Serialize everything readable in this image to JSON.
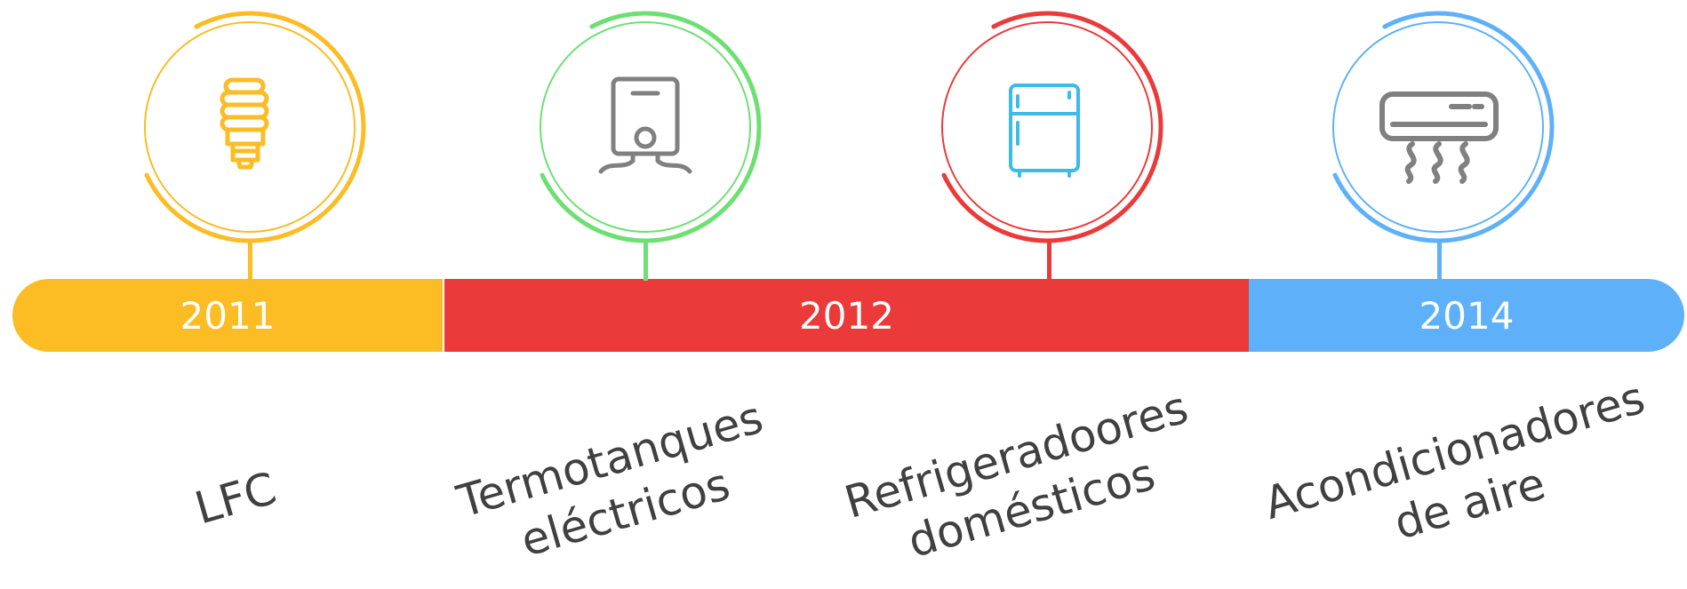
{
  "colors": {
    "yellow": "#FBBC24",
    "green": "#6EDF72",
    "red": "#EB3A3A",
    "blue": "#5EB1F8",
    "gray": "#808080",
    "text": "#404040"
  },
  "timeline": {
    "segments": [
      {
        "year": "2011",
        "color": "#FBBC24"
      },
      {
        "year": "2012",
        "color": "#EB3A3A"
      },
      {
        "year": "2014",
        "color": "#5EB1F8"
      }
    ],
    "items": [
      {
        "icon": "light-bulb-icon",
        "color": "#FBBC24",
        "label_lines": [
          "LFC"
        ]
      },
      {
        "icon": "water-heater-icon",
        "color": "#6EDF72",
        "label_lines": [
          "Termotanques",
          "eléctricos"
        ]
      },
      {
        "icon": "refrigerator-icon",
        "color": "#EB3A3A",
        "label_lines": [
          "Refrigeradoores",
          "domésticos"
        ]
      },
      {
        "icon": "air-conditioner-icon",
        "color": "#5EB1F8",
        "label_lines": [
          "Acondicionadores",
          "de aire"
        ]
      }
    ]
  }
}
